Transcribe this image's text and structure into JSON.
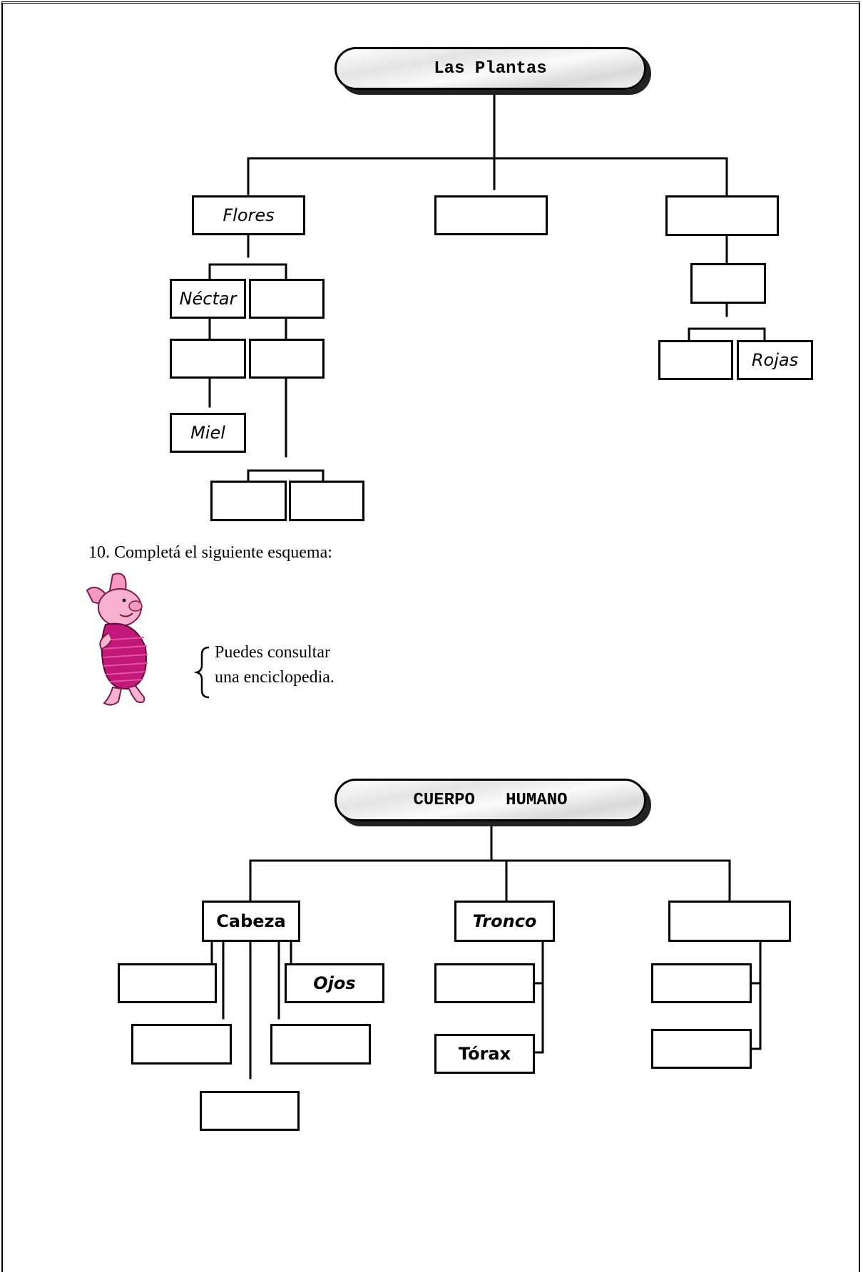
{
  "plants_diagram": {
    "title": "Las Plantas",
    "labels": {
      "flores": "Flores",
      "nectar": "Néctar",
      "miel": "Miel",
      "rojas": "Rojas"
    }
  },
  "exercise": {
    "instruction": "10.  Completá el siguiente esquema:",
    "hint_line1": "Puedes consultar",
    "hint_line2": "una enciclopedia."
  },
  "body_diagram": {
    "title": "CUERPO   HUMANO",
    "labels": {
      "cabeza": "Cabeza",
      "ojos": "Ojos",
      "tronco": "Tronco",
      "torax": "Tórax"
    }
  },
  "icons": {
    "illustration": "piglet-character-icon"
  },
  "colors": {
    "line": "#000000",
    "piglet_pink": "#f49ac1",
    "piglet_shirt": "#c2187a"
  }
}
